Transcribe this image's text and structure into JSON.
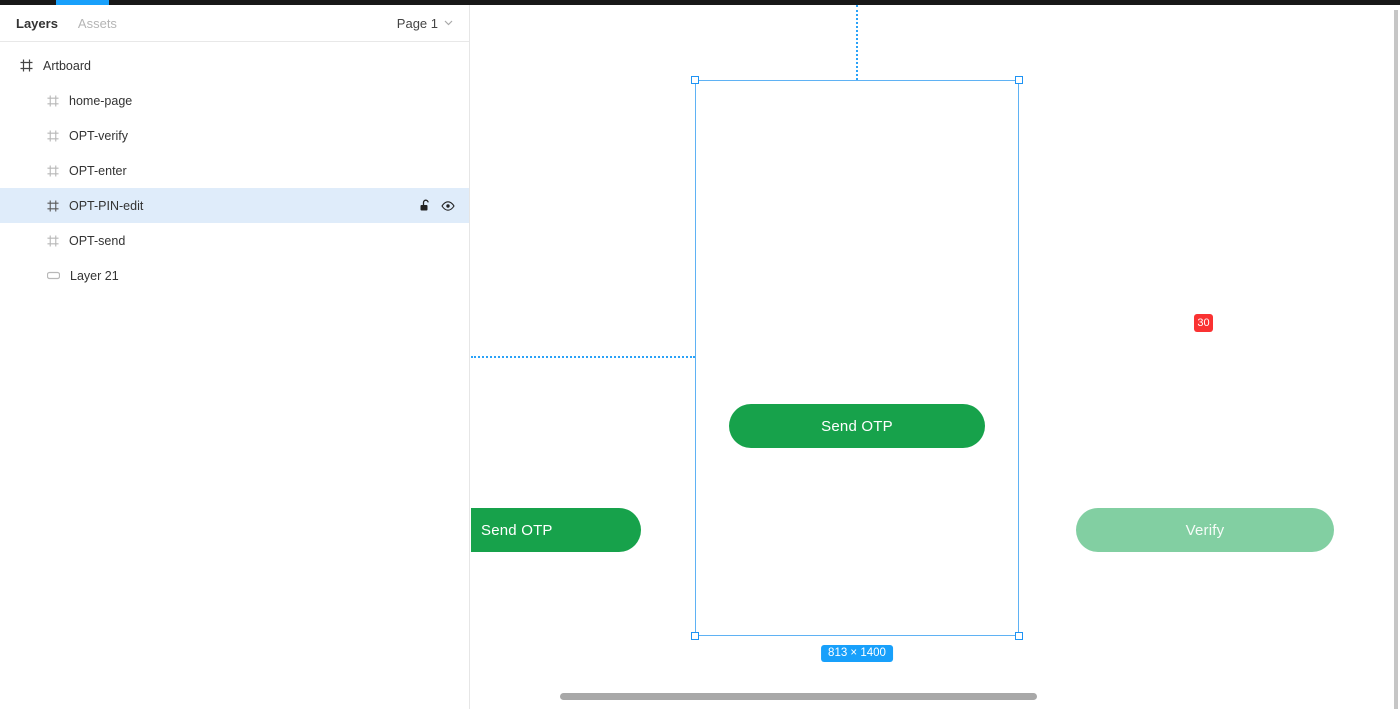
{
  "topbar": {
    "accent_color": "#18A0FB"
  },
  "panel": {
    "tabs": [
      {
        "label": "Layers",
        "active": true
      },
      {
        "label": "Assets",
        "active": false
      }
    ],
    "page_selector": "Page 1",
    "layers": [
      {
        "name": "Artboard",
        "icon": "frame-icon",
        "indent": 0,
        "selected": false
      },
      {
        "name": "home-page",
        "icon": "frame-icon",
        "indent": 1,
        "selected": false
      },
      {
        "name": "OPT-verify",
        "icon": "frame-icon",
        "indent": 1,
        "selected": false
      },
      {
        "name": "OPT-enter",
        "icon": "frame-icon",
        "indent": 1,
        "selected": false
      },
      {
        "name": "OPT-PIN-edit",
        "icon": "frame-icon",
        "indent": 1,
        "selected": true,
        "actions": [
          "unlock-icon",
          "eye-icon"
        ]
      },
      {
        "name": "OPT-send",
        "icon": "frame-icon",
        "indent": 1,
        "selected": false
      },
      {
        "name": "Layer 21",
        "icon": "rounded-rect-icon",
        "indent": 1,
        "selected": false
      }
    ]
  },
  "canvas": {
    "selection": {
      "dimension_label": "813 × 1400",
      "border_color": "#5fb2f4"
    },
    "frame_button": {
      "label": "Send OTP",
      "color": "#17a24b"
    },
    "left_button": {
      "label": "Send OTP",
      "color": "#17a24b"
    },
    "verify_button": {
      "label": "Verify",
      "color": "#82cfa2"
    },
    "annotation_badge": {
      "text": "30",
      "color": "#fa3232"
    }
  },
  "colors": {
    "accent_blue": "#18A0FB",
    "green": "#17a24b",
    "light_green": "#82cfa2",
    "red": "#fa3232",
    "selected_row_bg": "#dfecfa"
  }
}
